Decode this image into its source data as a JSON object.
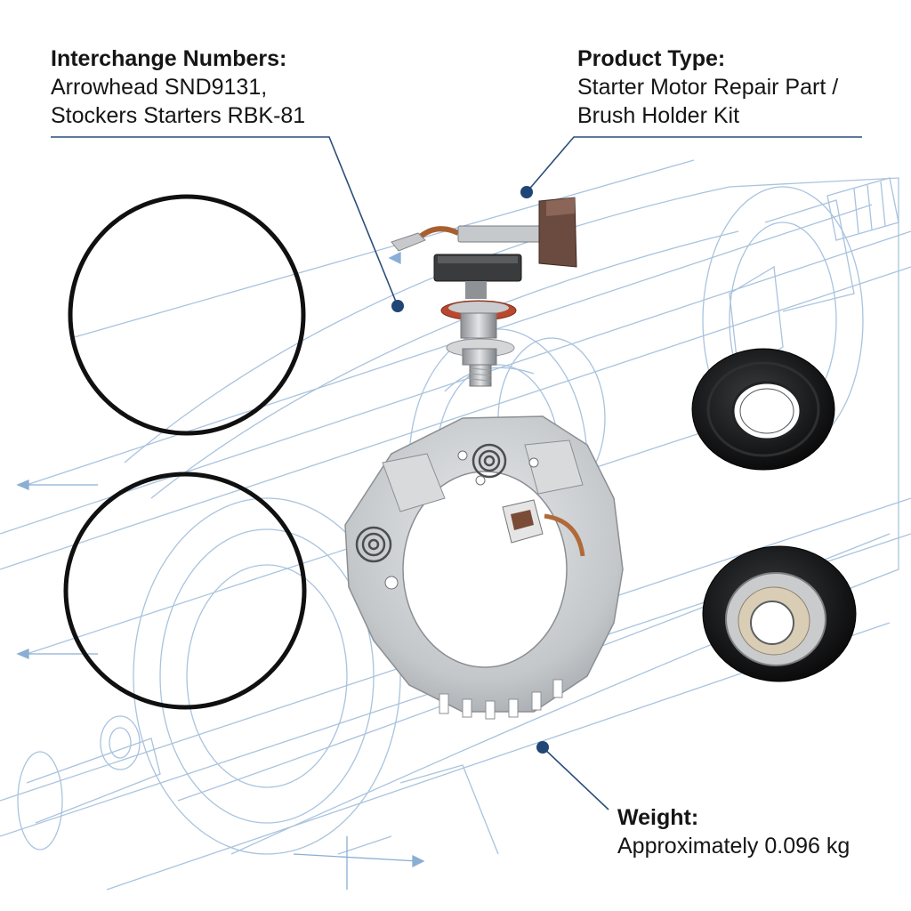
{
  "callouts": {
    "interchange": {
      "heading": "Interchange Numbers:",
      "lines": [
        "Arrowhead SND9131,",
        "Stockers Starters RBK-81"
      ]
    },
    "product_type": {
      "heading": "Product Type:",
      "lines": [
        "Starter Motor Repair Part /",
        "Brush Holder Kit"
      ]
    },
    "weight": {
      "heading": "Weight:",
      "lines": [
        "Approximately 0.096 kg"
      ]
    }
  },
  "parts": [
    "o-ring",
    "o-ring",
    "brush-with-terminal-bolt",
    "carbon-brush",
    "brush-holder-plate",
    "oil-seal",
    "ball-bearing"
  ],
  "colors": {
    "blueprint_line": "#9fbbd8",
    "leader_line": "#2b4e7a",
    "leader_dot": "#1f4675",
    "text": "#151515",
    "metal": "#c9cccf",
    "rubber": "#151515",
    "copper": "#b06a3a"
  }
}
